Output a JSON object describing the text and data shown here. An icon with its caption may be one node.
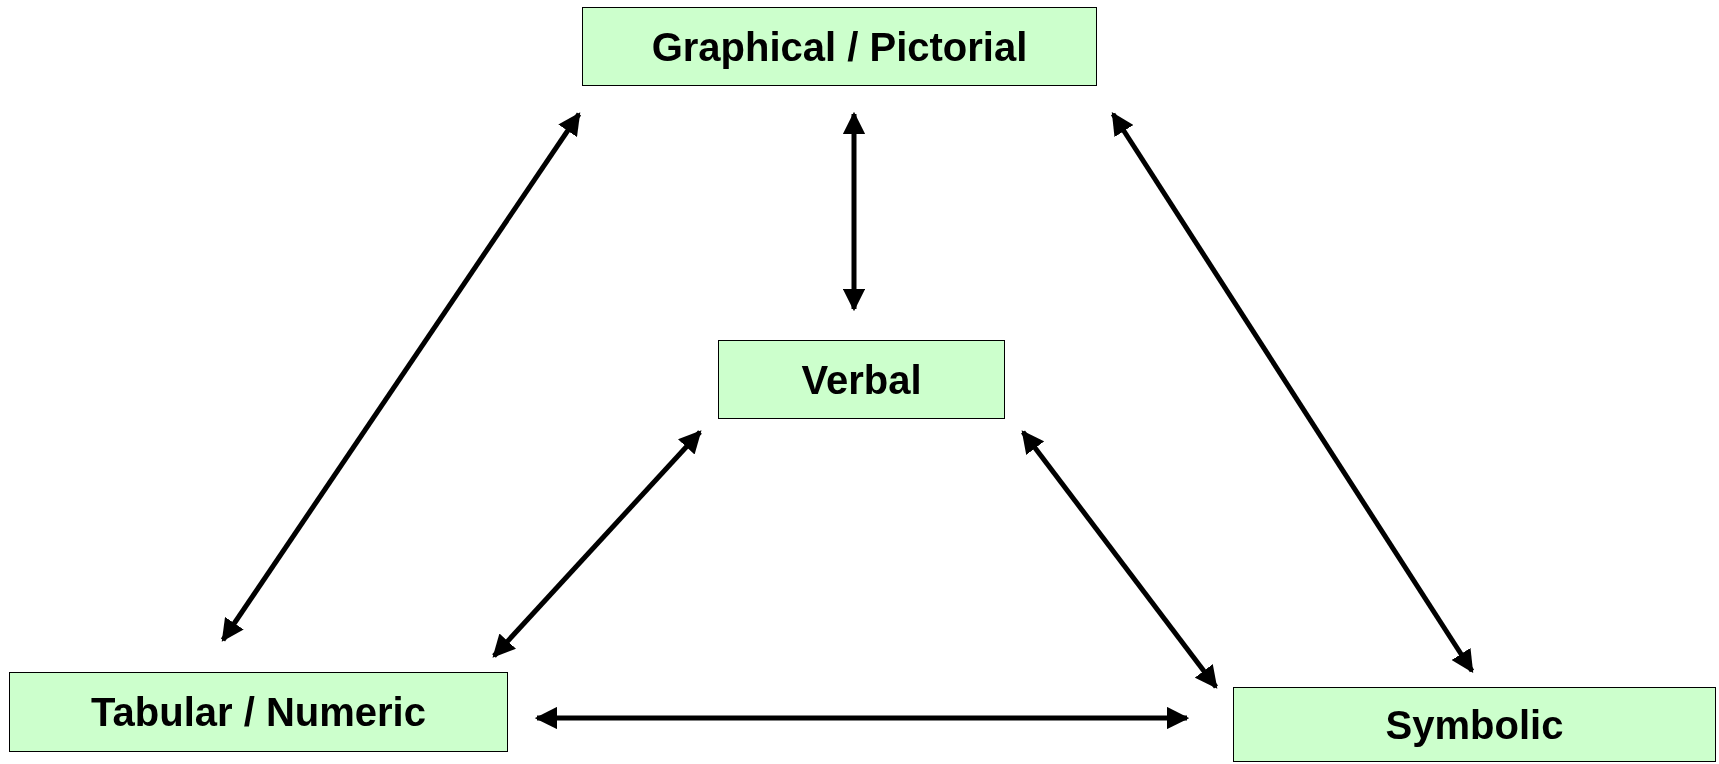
{
  "diagram": {
    "nodes": [
      {
        "text": [
          "Graphical / Pictorial"
        ]
      },
      {
        "text": [
          "Verbal"
        ]
      },
      {
        "text": [
          "Tabular / Numeric"
        ]
      },
      {
        "text": [
          "Symbolic"
        ]
      }
    ],
    "edges": [
      {
        "from": 0,
        "to": 2,
        "arrow": "both"
      },
      {
        "from": 0,
        "to": 1,
        "arrow": "both"
      },
      {
        "from": 0,
        "to": 3,
        "arrow": "both"
      },
      {
        "from": 1,
        "to": 2,
        "arrow": "both"
      },
      {
        "from": 1,
        "to": 3,
        "arrow": "both"
      },
      {
        "from": 2,
        "to": 3,
        "arrow": "both"
      }
    ]
  }
}
